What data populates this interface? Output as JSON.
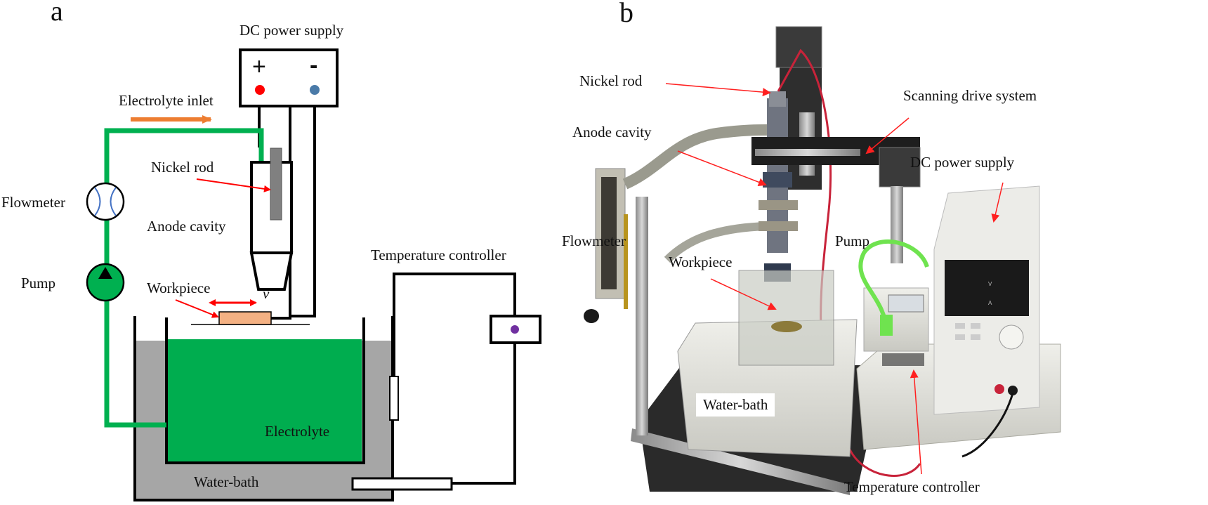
{
  "figure": {
    "panel_a": {
      "letter": "a",
      "labels": {
        "dc_power_supply": "DC power supply",
        "plus": "+",
        "minus": "-",
        "electrolyte_inlet": "Electrolyte inlet",
        "nickel_rod": "Nickel rod",
        "flowmeter": "Flowmeter",
        "anode_cavity": "Anode cavity",
        "pump": "Pump",
        "workpiece": "Workpiece",
        "velocity": "v",
        "temperature_controller": "Temperature controller",
        "electrolyte": "Electrolyte",
        "water_bath": "Water-bath"
      },
      "colors": {
        "pipe_green": "#00b050",
        "electrolyte_green": "#00ad4f",
        "water_bath_gray": "#a6a6a6",
        "workpiece_fill": "#f4b183",
        "positive_terminal": "#ff0000",
        "negative_terminal": "#4a7aa8",
        "controller_dot": "#7030a0",
        "inlet_arrow": "#ed7d31",
        "annotation_arrow": "#ff0000",
        "flowmeter_arc": "#4472c4",
        "nickel_rod": "#808080"
      }
    },
    "panel_b": {
      "letter": "b",
      "labels": {
        "nickel_rod": "Nickel rod",
        "scanning_drive_system": "Scanning drive system",
        "anode_cavity": "Anode cavity",
        "dc_power_supply": "DC power supply",
        "flowmeter": "Flowmeter",
        "pump": "Pump",
        "workpiece": "Workpiece",
        "water_bath": "Water-bath",
        "temperature_controller": "Temperature controller"
      },
      "power_supply_display": {
        "volts": "V",
        "amps": "A"
      }
    }
  }
}
